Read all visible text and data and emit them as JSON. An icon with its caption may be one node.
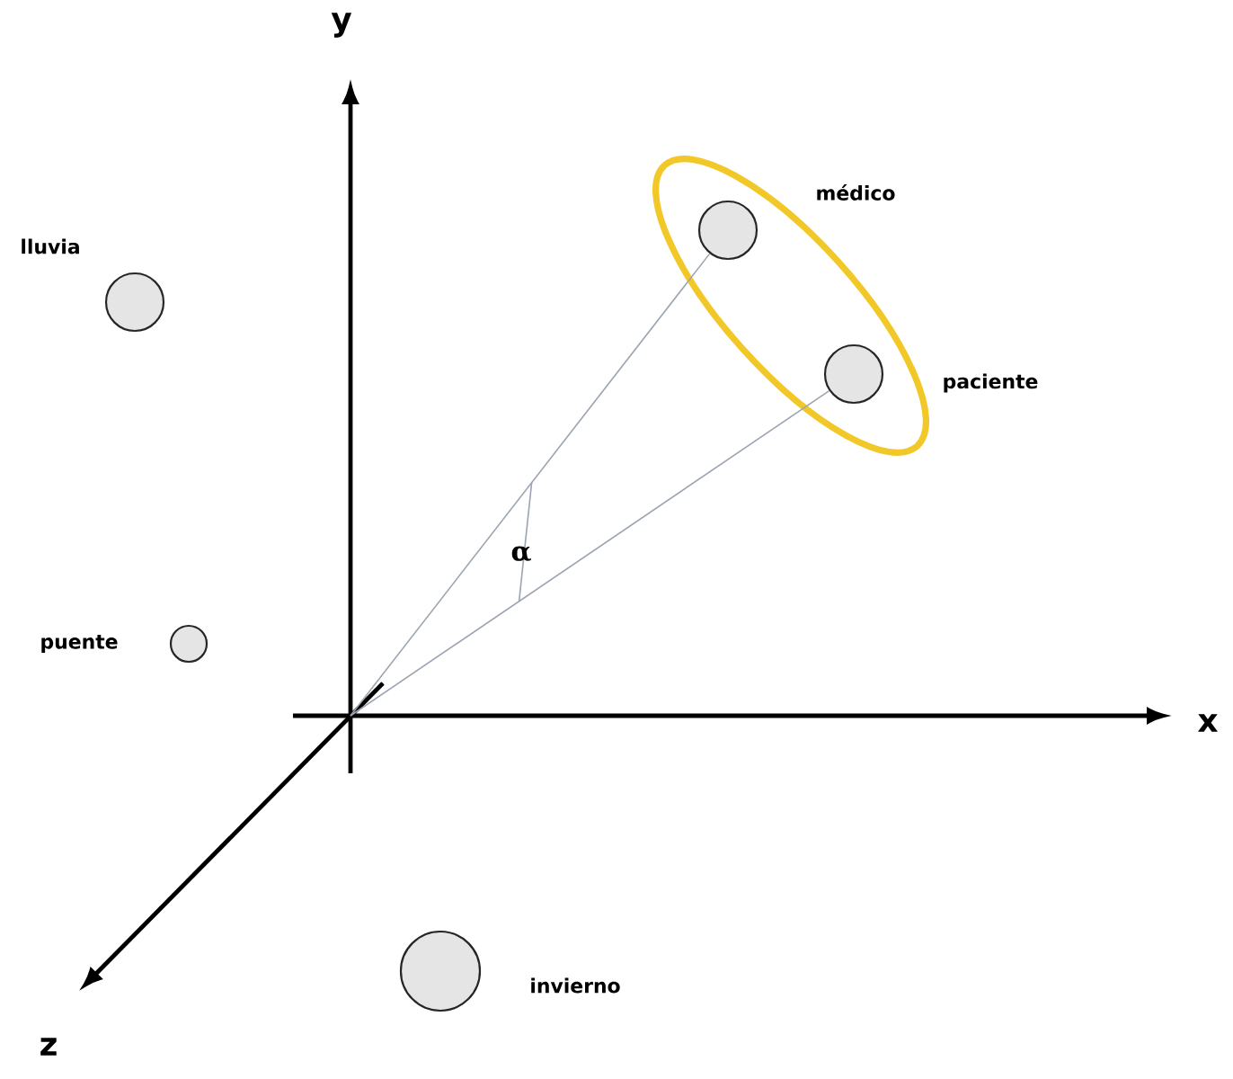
{
  "diagram": {
    "nodes": [
      {
        "text": [
          "lluvia"
        ]
      },
      {
        "text": [],
        "shape": "ellipse"
      },
      {
        "text": [
          "médico"
        ],
        "in": 1
      },
      {
        "text": [
          "paciente"
        ],
        "in": 1
      },
      {
        "text": [
          "puente"
        ]
      },
      {
        "text": [
          "invierno"
        ]
      },
      {
        "text": [],
        "shape": "point"
      }
    ],
    "edges": [
      {
        "from": 6,
        "to": 2,
        "arrow": "none",
        "color": "#9aa5b1"
      },
      {
        "from": 6,
        "to": 3,
        "arrow": "none",
        "color": "#9aa5b1"
      }
    ],
    "labels": [
      "y",
      "x",
      "z",
      "α"
    ]
  }
}
